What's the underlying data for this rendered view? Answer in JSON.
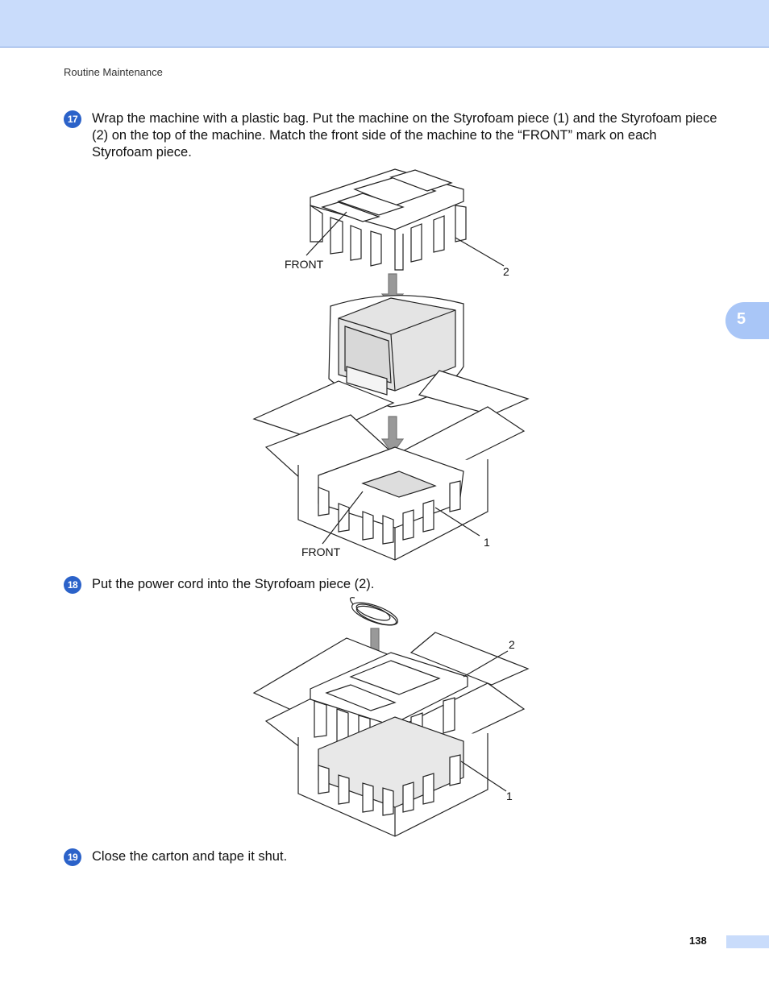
{
  "header": {
    "section": "Routine Maintenance"
  },
  "chapter_tab": "5",
  "steps": [
    {
      "number": "17",
      "text": "Wrap the machine with a plastic bag. Put the machine on the Styrofoam piece (1) and the Styrofoam piece (2) on the top of the machine. Match the front side of the machine to the “FRONT” mark on each Styrofoam piece."
    },
    {
      "number": "18",
      "text": "Put the power cord into the Styrofoam piece (2)."
    },
    {
      "number": "19",
      "text": "Close the carton and tape it shut."
    }
  ],
  "figure1": {
    "label_front_top": "FRONT",
    "label_2": "2",
    "label_front_bottom": "FRONT",
    "label_1": "1"
  },
  "figure2": {
    "label_2": "2",
    "label_1": "1"
  },
  "footer": {
    "page_number": "138"
  }
}
